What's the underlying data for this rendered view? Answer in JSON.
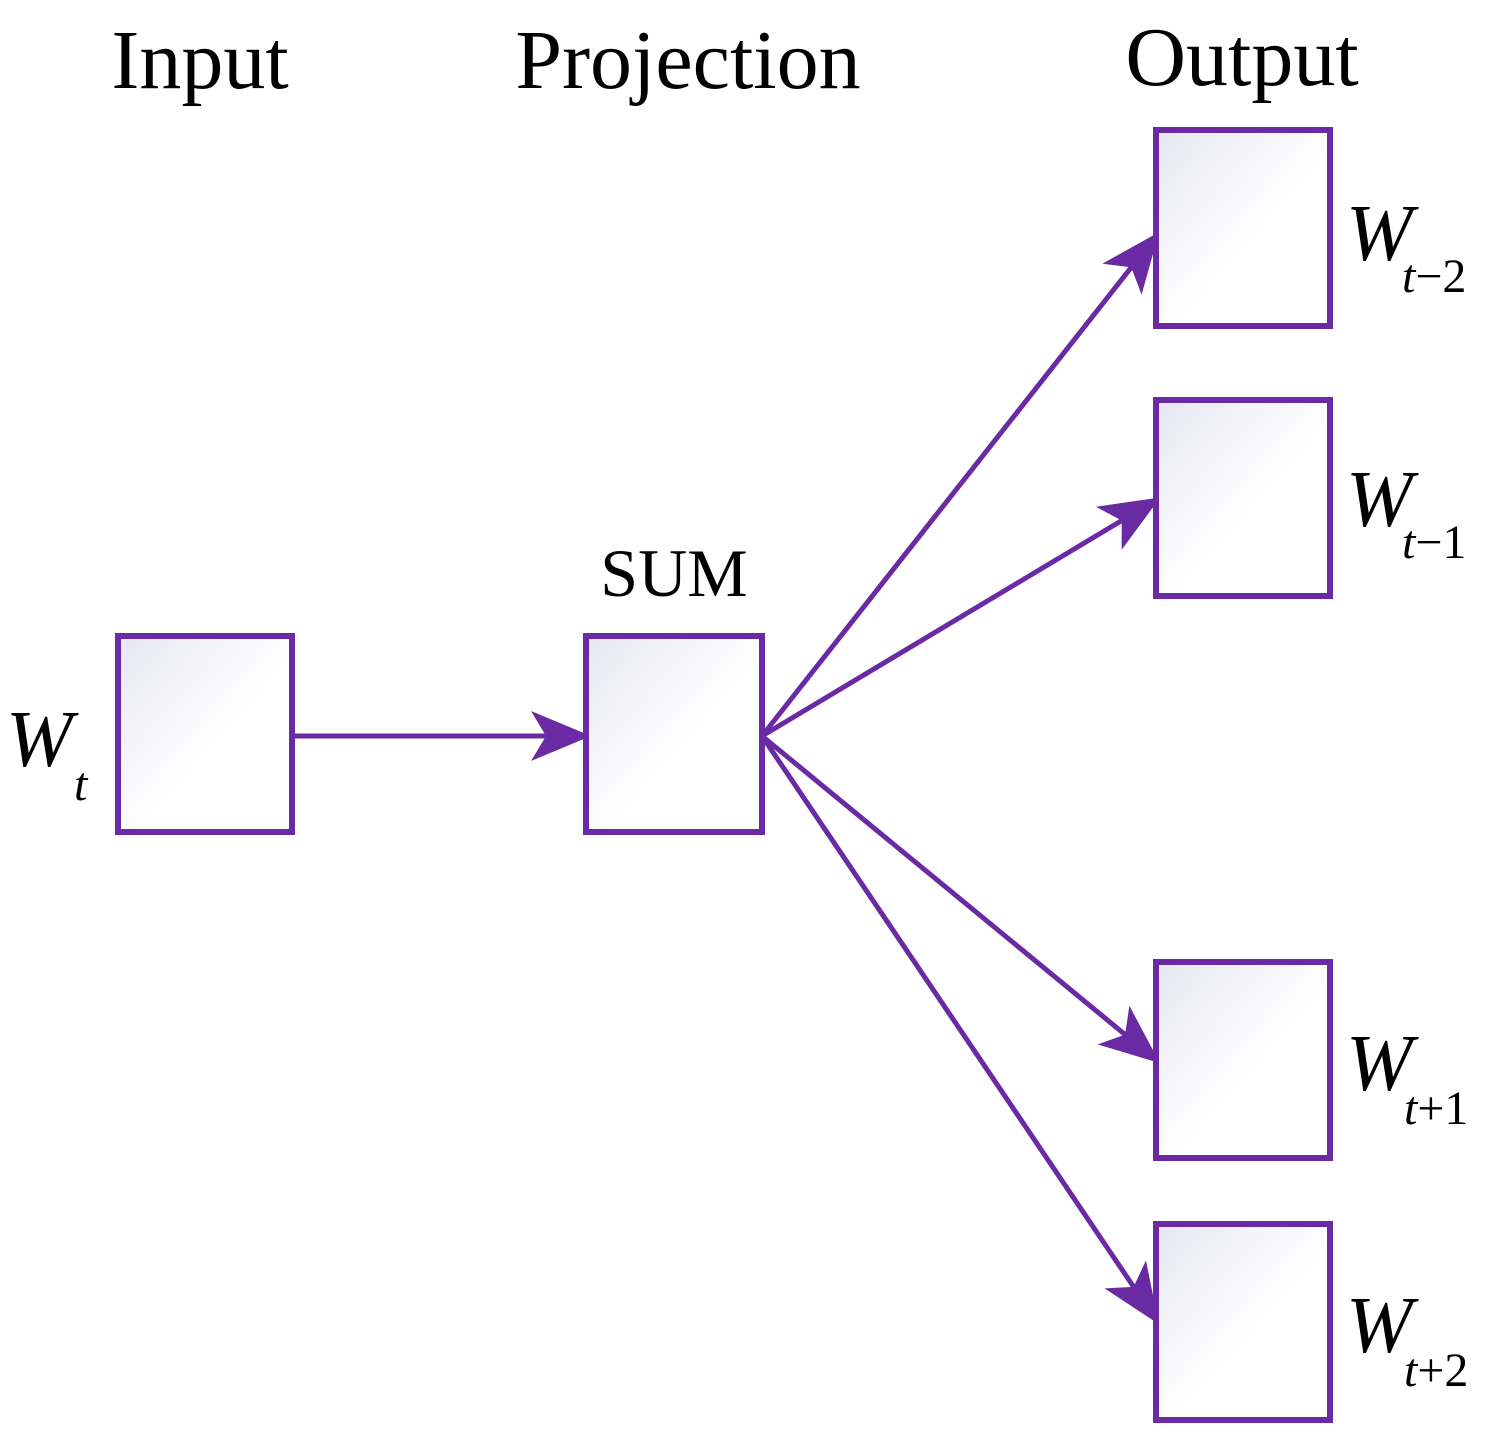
{
  "colors": {
    "accent": "#6a2aa3",
    "node_fill_light": "#ffffff",
    "node_fill_shade": "#e6e6f2",
    "text": "#000000"
  },
  "headers": {
    "input": "Input",
    "projection": "Projection",
    "output": "Output"
  },
  "projection_label": "SUM",
  "input_node": {
    "var": "W",
    "sub": "t"
  },
  "output_nodes": [
    {
      "var": "W",
      "sub_t": "t",
      "sub_rest": "−2"
    },
    {
      "var": "W",
      "sub_t": "t",
      "sub_rest": "−1"
    },
    {
      "var": "W",
      "sub_t": "t",
      "sub_rest": "+1"
    },
    {
      "var": "W",
      "sub_t": "t",
      "sub_rest": "+2"
    }
  ]
}
